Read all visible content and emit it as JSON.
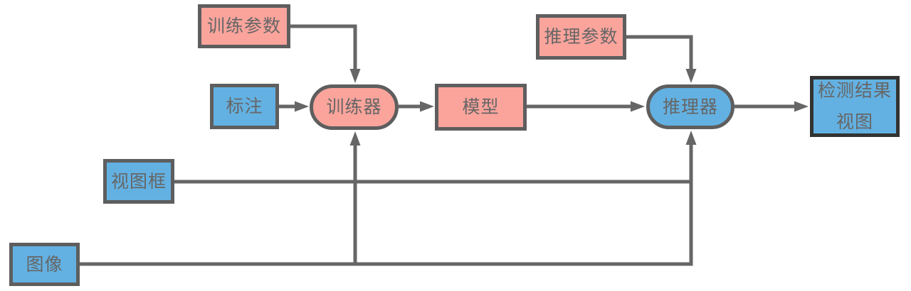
{
  "diagram": {
    "title": "training-inference-pipeline-flowchart",
    "nodes": {
      "train_params": {
        "label": "训练参数",
        "shape": "rect",
        "fill": "pink"
      },
      "annotation": {
        "label": "标注",
        "shape": "rect",
        "fill": "blue"
      },
      "trainer": {
        "label": "训练器",
        "shape": "stadium",
        "fill": "pink"
      },
      "model": {
        "label": "模型",
        "shape": "rect",
        "fill": "pink"
      },
      "infer_params": {
        "label": "推理参数",
        "shape": "rect",
        "fill": "pink"
      },
      "inferencer": {
        "label": "推理器",
        "shape": "stadium",
        "fill": "blue"
      },
      "result_view": {
        "label_line1": "检测结果",
        "label_line2": "视图",
        "shape": "rect",
        "fill": "blue"
      },
      "view_frame": {
        "label": "视图框",
        "shape": "rect",
        "fill": "blue"
      },
      "image": {
        "label": "图像",
        "shape": "rect",
        "fill": "blue"
      }
    },
    "edges": [
      {
        "from": "train_params",
        "to": "trainer"
      },
      {
        "from": "annotation",
        "to": "trainer"
      },
      {
        "from": "trainer",
        "to": "model"
      },
      {
        "from": "model",
        "to": "inferencer"
      },
      {
        "from": "infer_params",
        "to": "inferencer"
      },
      {
        "from": "inferencer",
        "to": "result_view"
      },
      {
        "from": "view_frame",
        "to": "inferencer"
      },
      {
        "from": "image",
        "to": "trainer"
      },
      {
        "from": "image",
        "to": "inferencer"
      }
    ],
    "colors": {
      "pink_fill": "#faa49c",
      "blue_fill": "#63b1e2",
      "node_border": "#5e5e5e",
      "result_view_border": "#333333",
      "connector": "#666666",
      "text": "#666666",
      "background": "#ffffff"
    }
  }
}
